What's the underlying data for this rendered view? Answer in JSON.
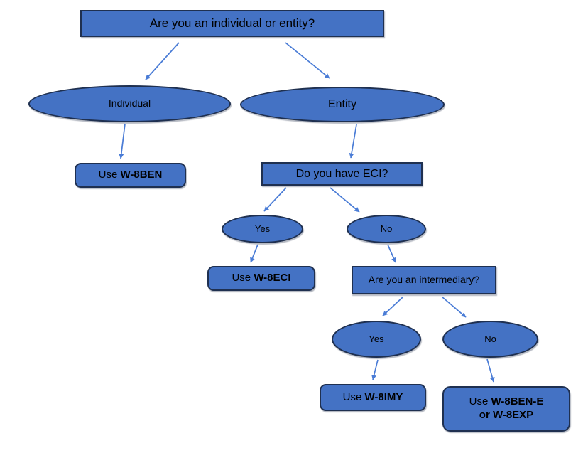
{
  "diagram": {
    "type": "flowchart",
    "colors": {
      "shape_fill": "#4472C4",
      "shape_border": "#1F3050",
      "arrow": "#4A7CD6",
      "text": "#000000",
      "background": "#FFFFFF"
    },
    "nodes": {
      "root": {
        "label": "Are you an individual or entity?"
      },
      "individual": {
        "label": "Individual"
      },
      "entity": {
        "label": "Entity"
      },
      "use_w8ben": {
        "prefix": "Use",
        "form": "W-8BEN"
      },
      "eci": {
        "label": "Do you have ECI?"
      },
      "eci_yes": {
        "label": "Yes"
      },
      "eci_no": {
        "label": "No"
      },
      "use_w8eci": {
        "prefix": "Use",
        "form": "W-8ECI"
      },
      "intermediary": {
        "label": "Are you an intermediary?"
      },
      "int_yes": {
        "label": "Yes"
      },
      "int_no": {
        "label": "No"
      },
      "use_w8imy": {
        "prefix": "Use",
        "form": "W-8IMY"
      },
      "use_w8bene": {
        "prefix": "Use",
        "form": "W-8BEN-E",
        "line2": "or W-8EXP"
      }
    },
    "edges": [
      {
        "from": "root",
        "to": "individual"
      },
      {
        "from": "root",
        "to": "entity"
      },
      {
        "from": "individual",
        "to": "use_w8ben"
      },
      {
        "from": "entity",
        "to": "eci"
      },
      {
        "from": "eci",
        "to": "eci_yes"
      },
      {
        "from": "eci",
        "to": "eci_no"
      },
      {
        "from": "eci_yes",
        "to": "use_w8eci"
      },
      {
        "from": "eci_no",
        "to": "intermediary"
      },
      {
        "from": "intermediary",
        "to": "int_yes"
      },
      {
        "from": "intermediary",
        "to": "int_no"
      },
      {
        "from": "int_yes",
        "to": "use_w8imy"
      },
      {
        "from": "int_no",
        "to": "use_w8bene"
      }
    ]
  }
}
